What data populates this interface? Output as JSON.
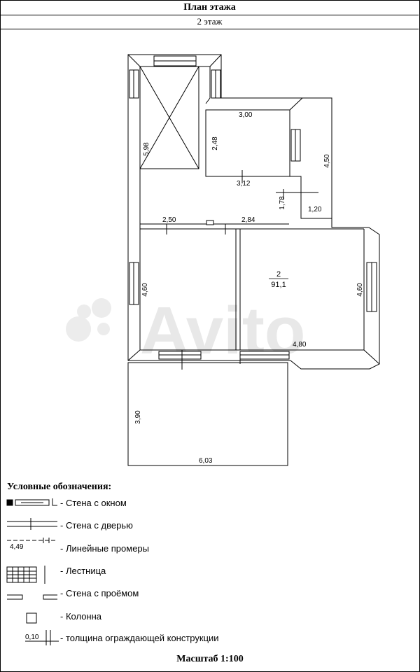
{
  "header": {
    "title": "План этажа",
    "subtitle": "2 этаж"
  },
  "plan": {
    "dimensions": {
      "top_room_width": "3,00",
      "top_room_height": "2,48",
      "stair_height": "5,98",
      "corridor_width": "3,12",
      "right_tall": "4,50",
      "step_height": "1,78",
      "step_width": "1,20",
      "corridor_left": "2,50",
      "corridor_right": "2,84",
      "left_room_height": "4,60",
      "right_room_height": "4,60",
      "bottom_width": "4,80",
      "balcony_height": "3,90",
      "balcony_width": "6,03",
      "legend_dim_sample": "4,49",
      "legend_thickness": "0,10"
    },
    "room": {
      "number": "2",
      "area": "91,1"
    },
    "watermark": "Avito"
  },
  "legend": {
    "title": "Условные обозначения:",
    "items": [
      "- Стена с окном",
      "- Стена с дверью",
      "- Линейные промеры",
      "- Лестница",
      "- Стена с проёмом",
      "- Колонна",
      "- толщина ограждающей конструкции"
    ]
  },
  "footer": {
    "scale": "Масштаб 1:100"
  }
}
